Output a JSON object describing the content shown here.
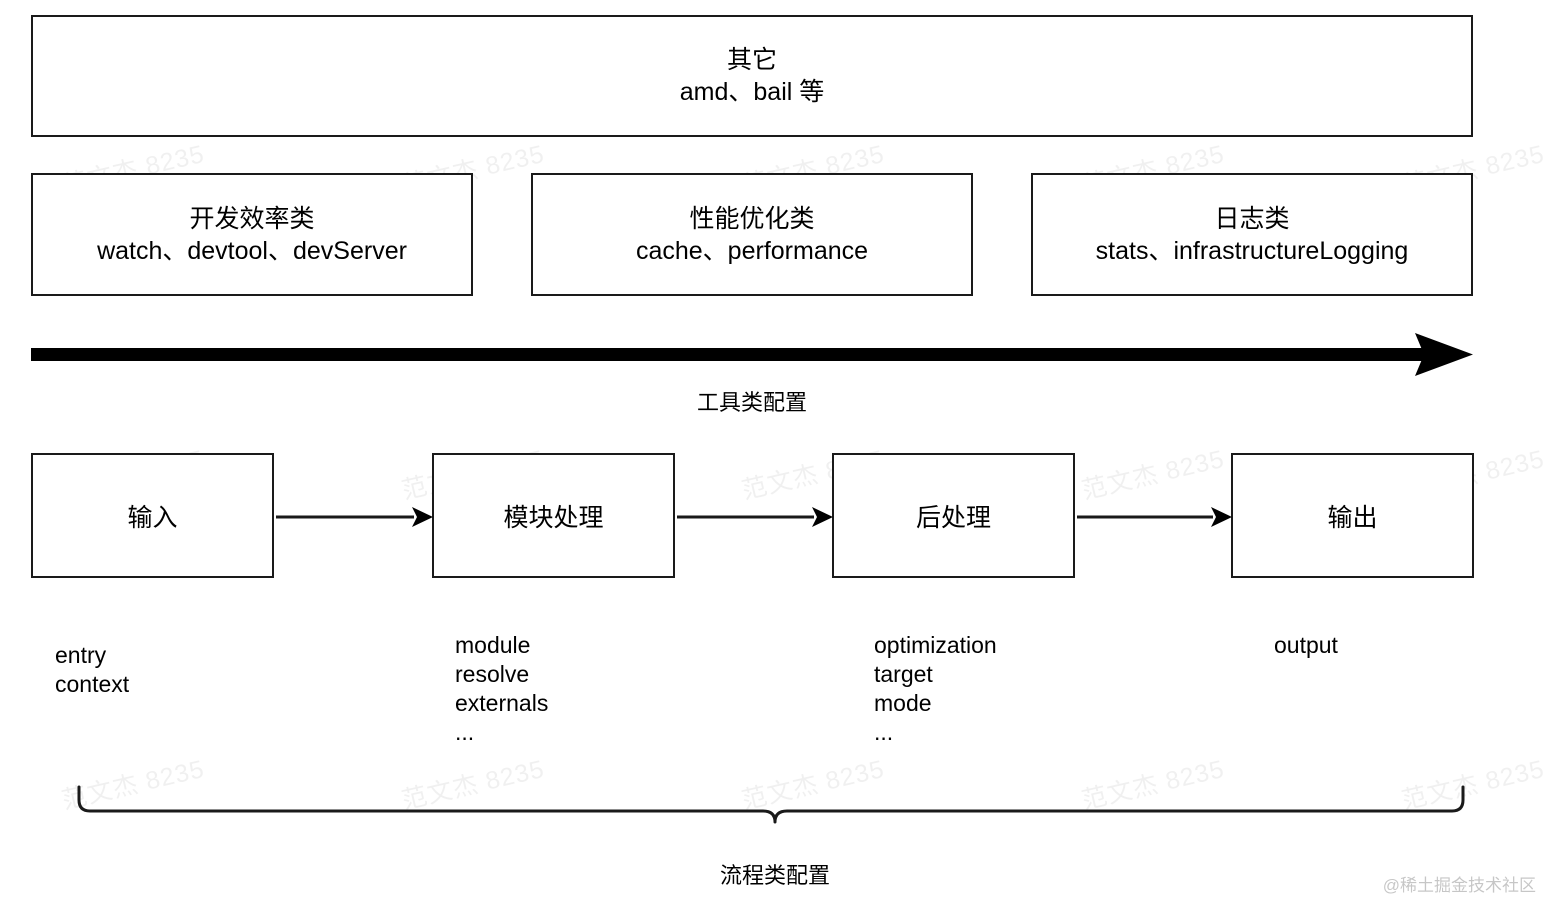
{
  "diagram": {
    "title_hidden": "",
    "top_box": {
      "heading": "其它",
      "items": "amd、bail 等"
    },
    "category_boxes": [
      {
        "heading": "开发效率类",
        "items": "watch、devtool、devServer"
      },
      {
        "heading": "性能优化类",
        "items": "cache、performance"
      },
      {
        "heading": "日志类",
        "items": "stats、infrastructureLogging"
      }
    ],
    "tool_arrow_label": "工具类配置",
    "flow_boxes": [
      {
        "label": "输入"
      },
      {
        "label": "模块处理"
      },
      {
        "label": "后处理"
      },
      {
        "label": "输出"
      }
    ],
    "flow_captions": [
      {
        "lines": [
          "entry",
          "context"
        ]
      },
      {
        "lines": [
          "module",
          "resolve",
          "externals",
          "..."
        ]
      },
      {
        "lines": [
          "optimization",
          "target",
          "mode",
          "..."
        ]
      },
      {
        "lines": [
          "output"
        ]
      }
    ],
    "brace_label": "流程类配置",
    "watermark_text": "范文杰 8235",
    "corner_watermark": "@稀土掘金技术社区",
    "colors": {
      "stroke": "#1a1a1a",
      "background": "#ffffff",
      "text": "#000000"
    }
  }
}
